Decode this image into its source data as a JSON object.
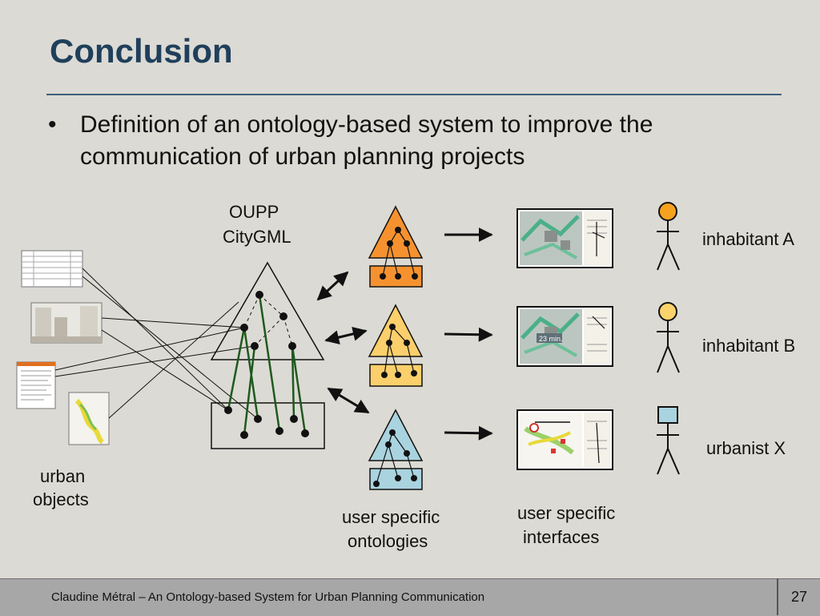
{
  "slide": {
    "title": "Conclusion",
    "bullet_marker": "•",
    "bullet": "Definition of an ontology-based system to improve the communication of urban planning projects"
  },
  "diagram": {
    "oupp_label": "OUPP",
    "citygml_label": "CityGML",
    "urban_objects_line1": "urban",
    "urban_objects_line2": "objects",
    "ontologies_line1": "user specific",
    "ontologies_line2": "ontologies",
    "interfaces_line1": "user specific",
    "interfaces_line2": "interfaces",
    "users": [
      "inhabitant A",
      "inhabitant B",
      "urbanist X"
    ],
    "ontology_colors": [
      "#f5922f",
      "#fbcf6b",
      "#a9d3df"
    ],
    "user_head_colors": [
      "#f5a31f",
      "#fbd36b",
      "#a9d3df"
    ],
    "map_badge": "23 min."
  },
  "footer": {
    "text": "Claudine Métral – An Ontology-based System for Urban Planning Communication",
    "page_number": "27"
  }
}
